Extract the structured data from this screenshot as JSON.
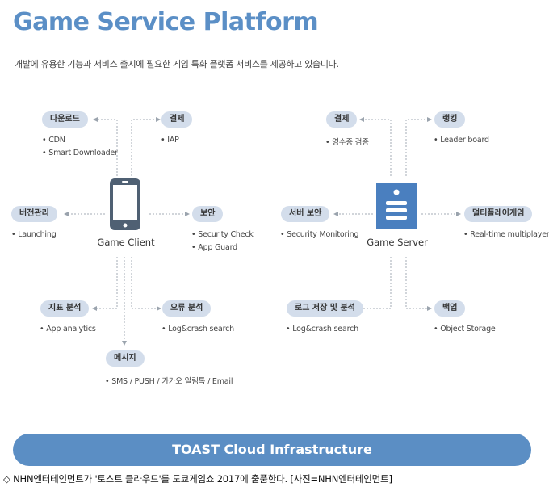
{
  "header": {
    "title": "Game Service Platform",
    "subtitle": "개발에 유용한 기능과 서비스 출시에 필요한 게임 특화 플랫폼 서비스를 제공하고 있습니다."
  },
  "client": {
    "label": "Game Client",
    "download": {
      "label": "다운로드",
      "items": [
        "CDN",
        "Smart Downloader"
      ]
    },
    "payment": {
      "label": "결제",
      "items": [
        "IAP"
      ]
    },
    "version": {
      "label": "버전관리",
      "items": [
        "Launching"
      ]
    },
    "security": {
      "label": "보안",
      "items": [
        "Security Check",
        "App Guard"
      ]
    },
    "analytics": {
      "label": "지표 분석",
      "items": [
        "App analytics"
      ]
    },
    "error": {
      "label": "오류 분석",
      "items": [
        "Log&crash search"
      ]
    },
    "message": {
      "label": "메시지",
      "items": [
        "SMS / PUSH / 카카오 알림톡 / Email"
      ]
    }
  },
  "server": {
    "label": "Game Server",
    "payment": {
      "label": "결제",
      "items": [
        "영수증 검증"
      ]
    },
    "ranking": {
      "label": "랭킹",
      "items": [
        "Leader board"
      ]
    },
    "security": {
      "label": "서버 보안",
      "items": [
        "Security Monitoring"
      ]
    },
    "multiplayer": {
      "label": "멀티플레이게임",
      "items": [
        "Real-time multiplayer"
      ]
    },
    "log": {
      "label": "로그 저장 및 분석",
      "items": [
        "Log&crash search"
      ]
    },
    "backup": {
      "label": "백업",
      "items": [
        "Object Storage"
      ]
    }
  },
  "infrastructure": {
    "label": "TOAST Cloud Infrastructure"
  },
  "caption": "◇ NHN엔터테인먼트가 '토스트 클라우드'를 도쿄게임쇼 2017에 출품한다. [사진=NHN엔터테인먼트]",
  "colors": {
    "accent": "#5b8fc6",
    "pill": "#d3ddeb",
    "phone": "#4f6073",
    "server": "#4a7fbf",
    "bar": "#5b8ec4"
  },
  "icons": {
    "client": "smartphone-icon",
    "server": "server-icon"
  }
}
